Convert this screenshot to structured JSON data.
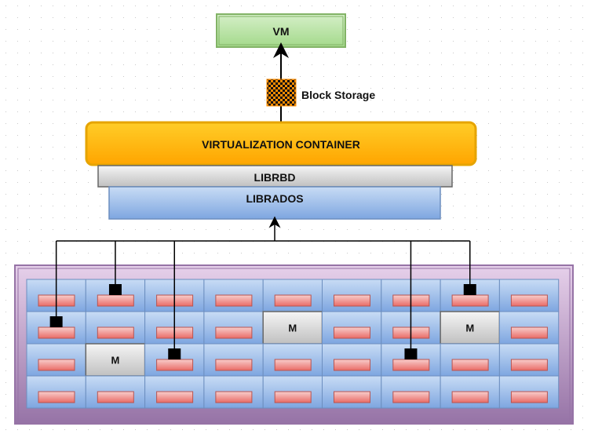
{
  "vm": {
    "label": "VM"
  },
  "block_storage": {
    "label": "Block Storage"
  },
  "virtualization_container": {
    "label": "VIRTUALIZATION CONTAINER"
  },
  "librbd": {
    "label": "LIBRBD"
  },
  "librados": {
    "label": "LIBRADOS"
  },
  "cluster": {
    "rows": 4,
    "cols": 9,
    "monitor_label": "M",
    "monitors": [
      [
        1,
        4
      ],
      [
        2,
        1
      ],
      [
        1,
        7
      ]
    ],
    "connected_osds": [
      [
        1,
        0
      ],
      [
        0,
        1
      ],
      [
        2,
        2
      ],
      [
        2,
        6
      ],
      [
        0,
        7
      ]
    ]
  },
  "colors": {
    "vm": "#b9e0a5",
    "container": "#ffb300",
    "librbd": "#d6d6d6",
    "librados": "#a9c4eb",
    "cluster": "#a68cbc",
    "osd": "#f19c99"
  }
}
